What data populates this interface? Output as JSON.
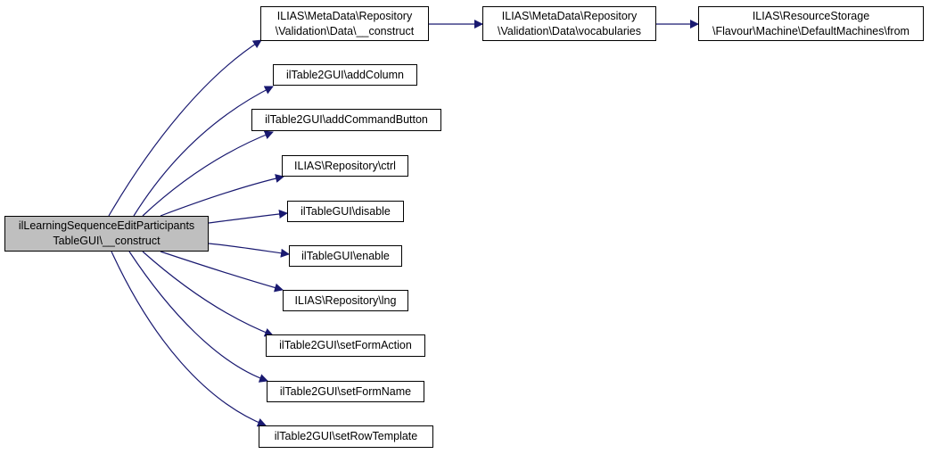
{
  "graph": {
    "root": {
      "line1": "ilLearningSequenceEditParticipants",
      "line2": "TableGUI\\__construct"
    },
    "validation_construct": {
      "line1": "ILIAS\\MetaData\\Repository",
      "line2": "\\Validation\\Data\\__construct"
    },
    "vocabularies": {
      "line1": "ILIAS\\MetaData\\Repository",
      "line2": "\\Validation\\Data\\vocabularies"
    },
    "default_machines_from": {
      "line1": "ILIAS\\ResourceStorage",
      "line2": "\\Flavour\\Machine\\DefaultMachines\\from"
    },
    "add_column": "ilTable2GUI\\addColumn",
    "add_command_button": "ilTable2GUI\\addCommandButton",
    "repository_ctrl": "ILIAS\\Repository\\ctrl",
    "disable": "ilTableGUI\\disable",
    "enable": "ilTableGUI\\enable",
    "repository_lng": "ILIAS\\Repository\\lng",
    "set_form_action": "ilTable2GUI\\setFormAction",
    "set_form_name": "ilTable2GUI\\setFormName",
    "set_row_template": "ilTable2GUI\\setRowTemplate"
  },
  "colors": {
    "edge": "#191970",
    "root_fill": "#bfbfbf",
    "node_border": "#000000"
  }
}
